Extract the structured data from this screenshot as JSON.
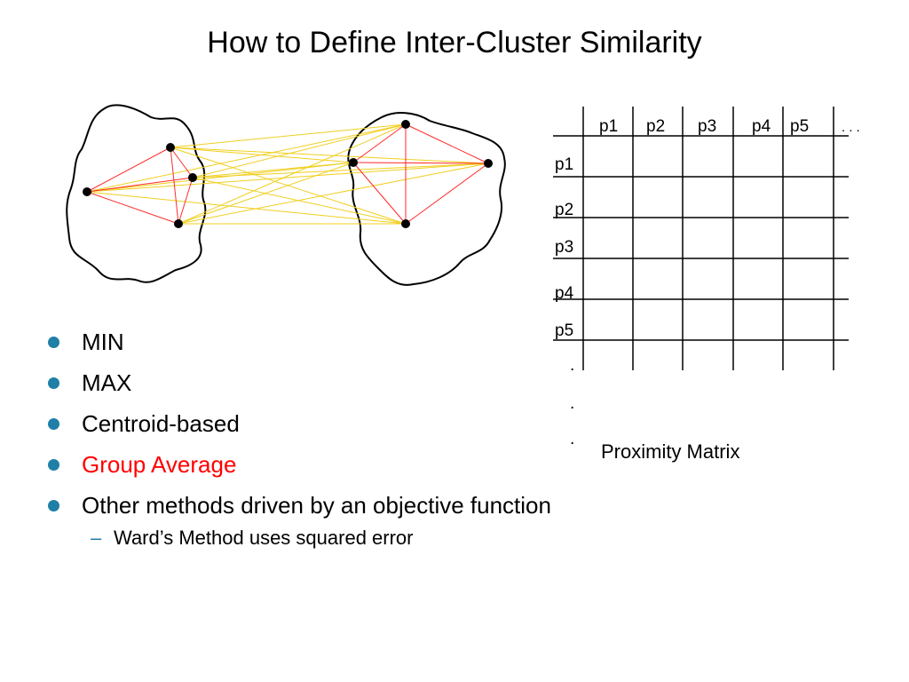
{
  "title": "How to Define Inter-Cluster Similarity",
  "colors": {
    "bullet": "#1f7fa6",
    "highlight": "#ff0000",
    "intra_line": "#ff2a2a",
    "inter_line": "#f0cf20",
    "text": "#000000"
  },
  "bullets": [
    {
      "text": "MIN",
      "highlight": false
    },
    {
      "text": "MAX",
      "highlight": false
    },
    {
      "text": "Centroid-based",
      "highlight": false
    },
    {
      "text": "Group Average",
      "highlight": true
    },
    {
      "text": "Other methods driven by an objective function",
      "highlight": false
    }
  ],
  "sub_bullet": {
    "dash": "–",
    "text": "Ward’s Method uses squared error"
  },
  "matrix": {
    "column_headers": [
      "p1",
      "p2",
      "p3",
      "p4",
      "p5",
      ". . ."
    ],
    "row_headers": [
      "p1",
      "p2",
      "p3",
      "p4",
      "p5"
    ],
    "continuation_dot": ".",
    "caption": "Proximity Matrix"
  },
  "diagram": {
    "left_cluster_points": 4,
    "right_cluster_points": 4,
    "point_icon": "filled-circle-icon"
  }
}
